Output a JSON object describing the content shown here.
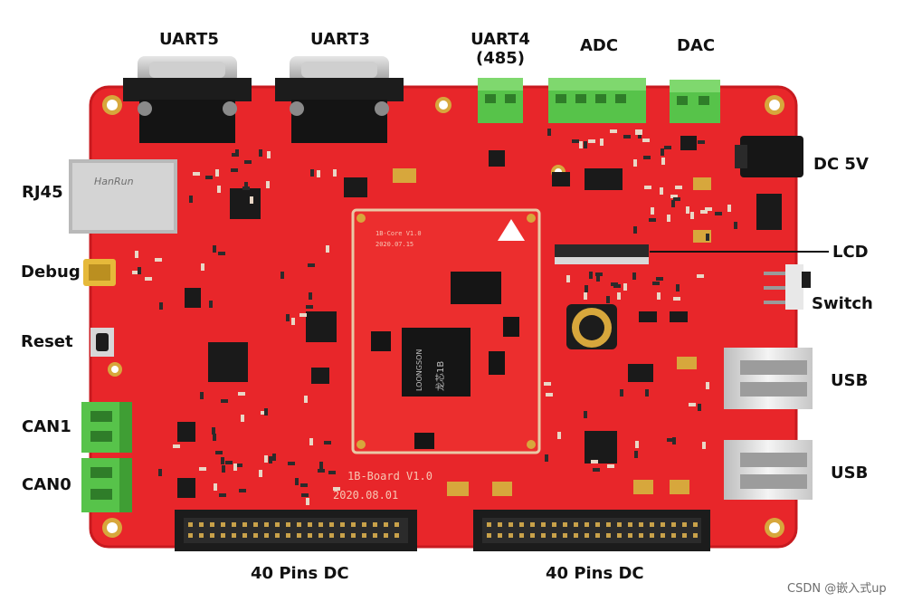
{
  "labels": {
    "uart5": "UART5",
    "uart3": "UART3",
    "uart4_line1": "UART4",
    "uart4_line2": "(485)",
    "adc": "ADC",
    "dac": "DAC",
    "dc5v": "DC 5V",
    "rj45": "RJ45",
    "debug": "Debug",
    "reset": "Reset",
    "lcd": "LCD",
    "switch": "Switch",
    "usb_top": "USB",
    "usb_bottom": "USB",
    "can1": "CAN1",
    "can0": "CAN0",
    "pins_left": "40 Pins DC",
    "pins_right": "40 Pins DC"
  },
  "silkscreen": {
    "board_name": "1B-Board V1.0",
    "board_date": "2020.08.01",
    "core_name": "1B-Core V1.0",
    "core_date": "2020.07.15",
    "chip_brand": "LOONGSON",
    "chip_cn": "龙芯1B",
    "rj45_brand": "HanRun"
  },
  "watermark": "CSDN @嵌入式up",
  "colors": {
    "pcb": "#e8262a",
    "pcb_dark": "#c81a1f",
    "core_module": "#ec2e2e",
    "terminal_green": "#57c34a",
    "gold": "#d7a73c",
    "header_black": "#1c1c1c"
  }
}
